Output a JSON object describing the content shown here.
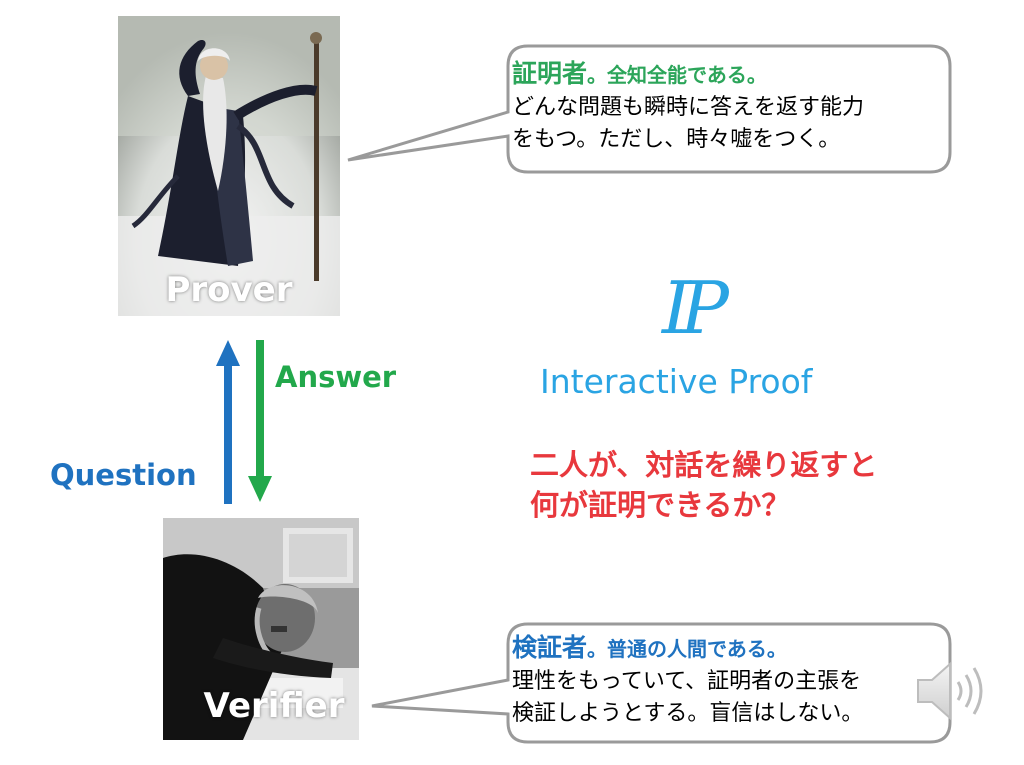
{
  "colors": {
    "prover_green": "#2ca55a",
    "verifier_blue": "#1f72c0",
    "question_blue": "#1f72c0",
    "answer_green": "#22a84b",
    "ip_cyan": "#2aa4e3",
    "red": "#e8383d",
    "bubble_border": "#9a9a9a"
  },
  "prover": {
    "label": "Prover",
    "bubble": {
      "heading": "証明者",
      "heading_sub": "。全知全能である。",
      "line1": "どんな問題も瞬時に答えを返す能力",
      "line2": "をもつ。ただし、時々嘘をつく。"
    }
  },
  "verifier": {
    "label": "Verifier",
    "bubble": {
      "heading": "検証者",
      "heading_sub": "。普通の人間である。",
      "line1": "理性をもっていて、証明者の主張を",
      "line2": "検証しようとする。盲信はしない。"
    }
  },
  "arrows": {
    "answer_label": "Answer",
    "question_label": "Question"
  },
  "ip": {
    "logo": "IP",
    "caption": "Interactive Proof"
  },
  "main_question": {
    "line1": "二人が、対話を繰り返すと",
    "line2": "何が証明できるか？"
  },
  "icons": {
    "speaker": "speaker-icon"
  }
}
